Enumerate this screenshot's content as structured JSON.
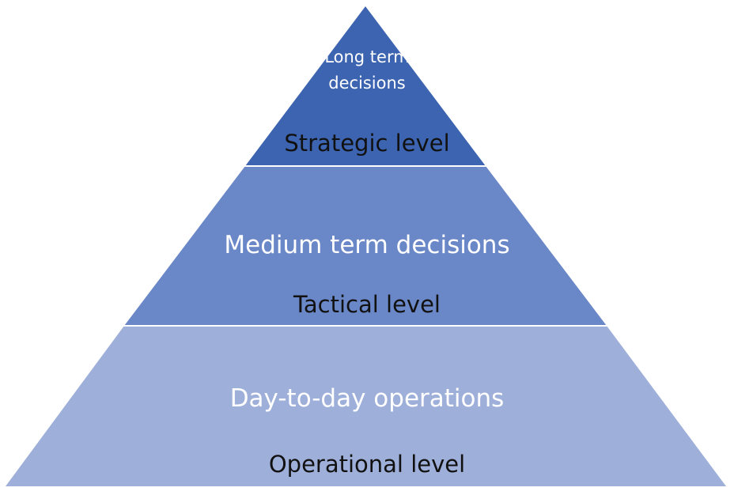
{
  "colors": {
    "top_tier": "#3c64b1",
    "middle_tier": "#6a87c7",
    "bottom_tier": "#9eafd9",
    "separator": "#ffffff"
  },
  "tiers": {
    "top": {
      "description": "Long term decisions",
      "level": "Strategic level"
    },
    "middle": {
      "description": "Medium term decisions",
      "level": "Tactical level"
    },
    "bottom": {
      "description": "Day-to-day operations",
      "level": "Operational level"
    }
  }
}
